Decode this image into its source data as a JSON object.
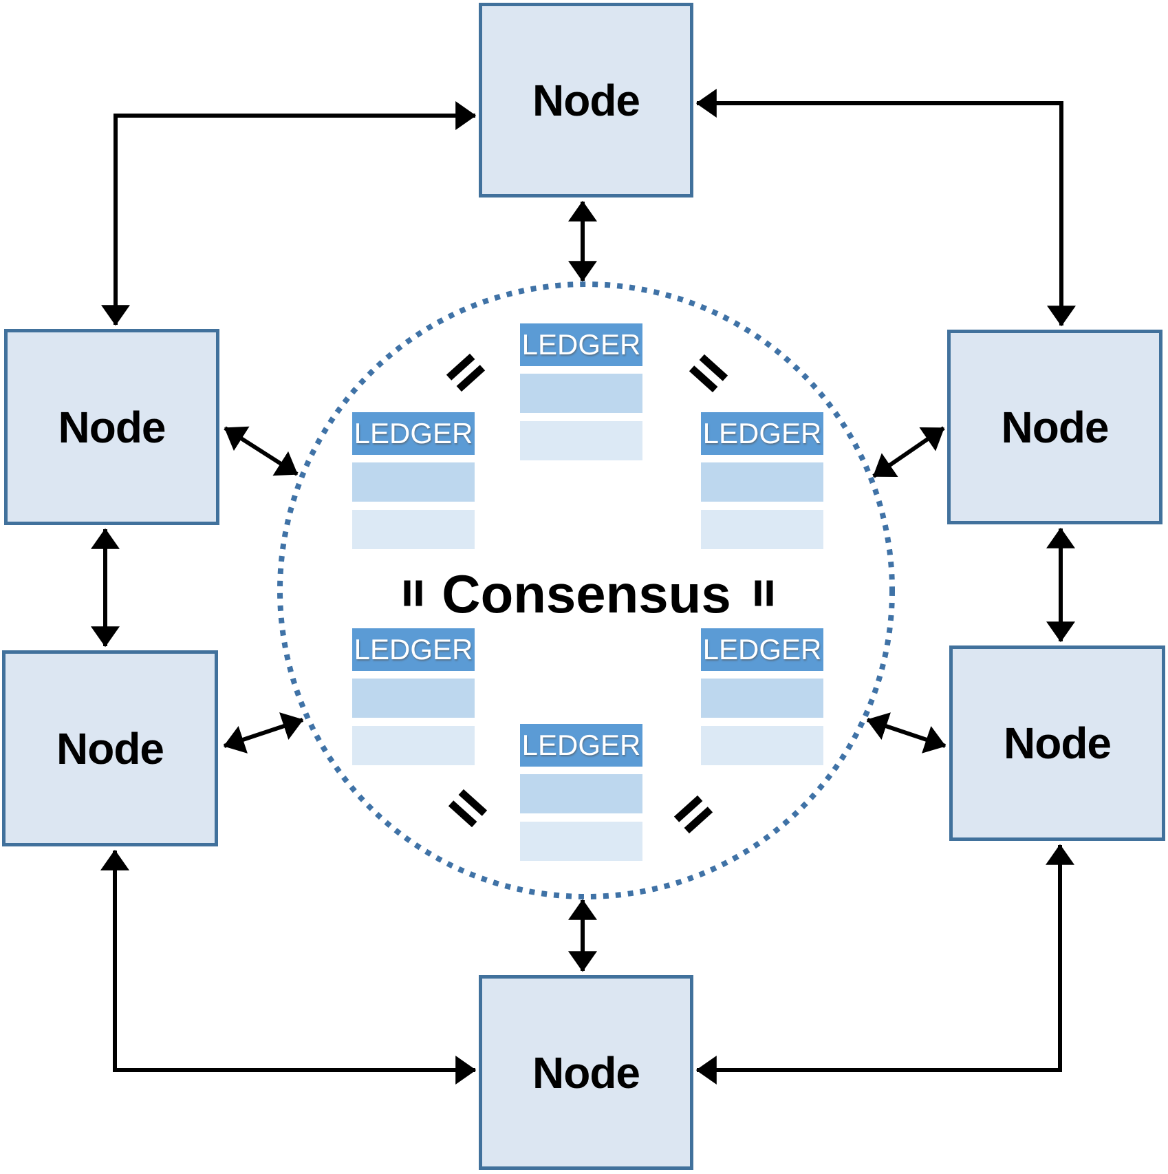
{
  "diagram": {
    "center_label": "Consensus",
    "nodes": [
      {
        "id": "top",
        "label": "Node"
      },
      {
        "id": "upper-left",
        "label": "Node"
      },
      {
        "id": "upper-right",
        "label": "Node"
      },
      {
        "id": "lower-left",
        "label": "Node"
      },
      {
        "id": "lower-right",
        "label": "Node"
      },
      {
        "id": "bottom",
        "label": "Node"
      }
    ],
    "ledgers": [
      {
        "id": "top-center",
        "label": "LEDGER"
      },
      {
        "id": "upper-left",
        "label": "LEDGER"
      },
      {
        "id": "upper-right",
        "label": "LEDGER"
      },
      {
        "id": "lower-left",
        "label": "LEDGER"
      },
      {
        "id": "lower-right",
        "label": "LEDGER"
      },
      {
        "id": "bottom-center",
        "label": "LEDGER"
      }
    ],
    "icons": {
      "equals-icon": "two parallel black bars (equality between ledgers)",
      "double-arrow-icon": "black double-headed arrow",
      "elbow-arrow-icon": "black right-angle double-headed arrow",
      "dotted-circle-icon": "blue dotted circle enclosing the consensus ledgers"
    },
    "colors": {
      "node_fill": "#dce6f2",
      "node_border": "#41719c",
      "ledger_header": "#5b9bd5",
      "ledger_row_mid": "#bdd7ee",
      "ledger_row_light": "#dce9f5",
      "circle_dots": "#3f72a6",
      "arrow": "#000000",
      "text": "#000000"
    }
  }
}
